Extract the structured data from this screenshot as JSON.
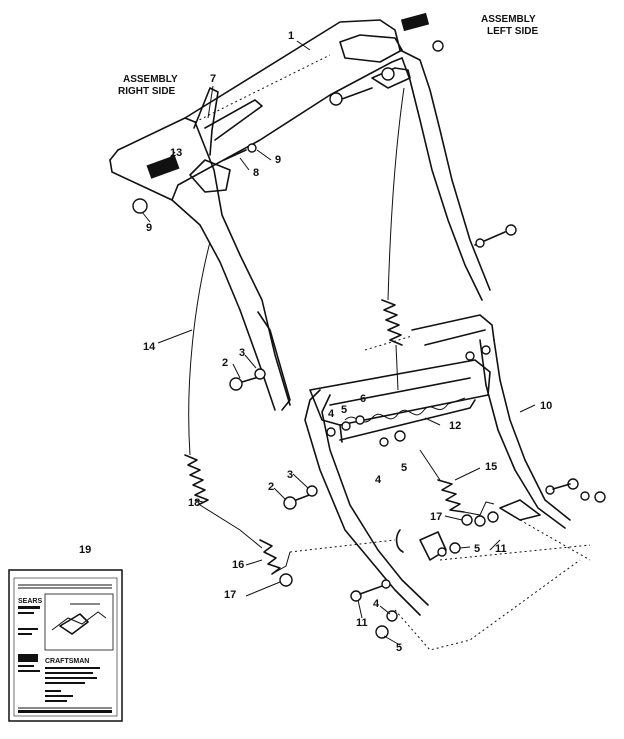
{
  "labels": {
    "assembly_left": [
      "ASSEMBLY",
      "LEFT SIDE"
    ],
    "assembly_right": [
      "ASSEMBLY",
      "RIGHT SIDE"
    ]
  },
  "callouts": {
    "p1": "1",
    "p2a": "2",
    "p2b": "2",
    "p3a": "3",
    "p3b": "3",
    "p4a": "4",
    "p4b": "4",
    "p4c": "4",
    "p5a": "5",
    "p5b": "5",
    "p5c": "5",
    "p5d": "5",
    "p6": "6",
    "p7": "7",
    "p8": "8",
    "p9a": "9",
    "p9b": "9",
    "p10": "10",
    "p11a": "11",
    "p11b": "11",
    "p12": "12",
    "p13": "13",
    "p14": "14",
    "p15": "15",
    "p16": "16",
    "p17a": "17",
    "p17b": "17",
    "p18": "18",
    "p19": "19"
  },
  "manual": {
    "brand": "CRAFTSMAN",
    "store": "SEARS"
  }
}
